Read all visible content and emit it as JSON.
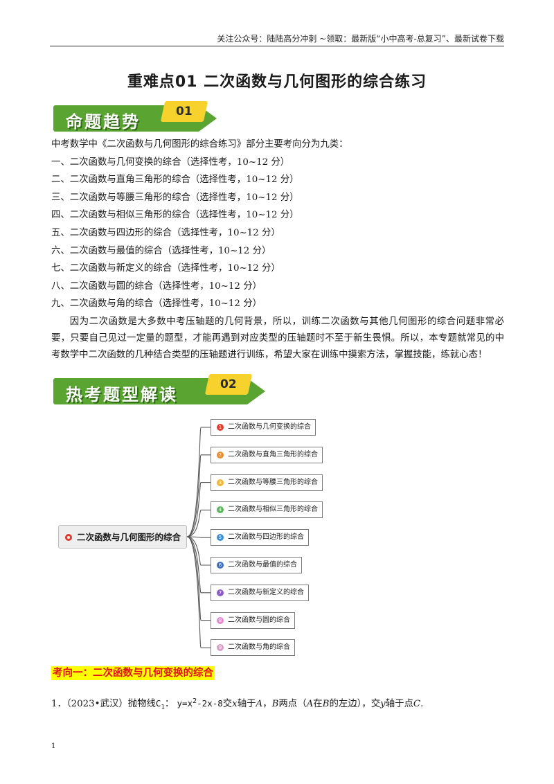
{
  "header": {
    "text": "关注公众号：陆陆高分冲刺 ~领取：最新版“小中高考-总复习”、最新试卷下载"
  },
  "title": "重难点01   二次函数与几何图形的综合练习",
  "banner1": {
    "label": "命题趋势",
    "num": "01"
  },
  "banner2": {
    "label": "热考题型解读",
    "num": "02"
  },
  "intro": "中考数学中《二次函数与几何图形的综合练习》部分主要考向分为九类：",
  "categories": [
    "一、二次函数与几何变换的综合（选择性考，10~12 分）",
    "二、二次函数与直角三角形的综合（选择性考，10~12 分）",
    "三、二次函数与等腰三角形的综合（选择性考，10~12 分）",
    "四、二次函数与相似三角形的综合（选择性考，10~12 分）",
    "五、二次函数与四边形的综合（选择性考，10~12 分）",
    "六、二次函数与最值的综合（选择性考，10~12 分）",
    "七、二次函数与新定义的综合（选择性考，10~12 分）",
    "八、二次函数与圆的综合（选择性考，10~12 分）",
    "九、二次函数与角的综合（选择性考，10~12 分）"
  ],
  "paragraph": "因为二次函数是大多数中考压轴题的几何背景，所以，训练二次函数与其他几何图形的综合问题非常必要，只要自己见过一定量的题型，才能再遇到对应类型的压轴题时不至于新生畏惧。所以，本专题就常见的中考数学中二次函数的几种结合类型的压轴题进行训练，希望大家在训练中摸索方法，掌握技能，练就心态！",
  "mindmap": {
    "root": "二次函数与几何图形的综合",
    "nodes": [
      {
        "n": "1",
        "label": "二次函数与几何变换的综合",
        "color": "#e53b2c"
      },
      {
        "n": "2",
        "label": "二次函数与直角三角形的综合",
        "color": "#ef8a2a"
      },
      {
        "n": "3",
        "label": "二次函数与等腰三角形的综合",
        "color": "#f2b632"
      },
      {
        "n": "4",
        "label": "二次函数与相似三角形的综合",
        "color": "#5cb85c"
      },
      {
        "n": "5",
        "label": "二次函数与四边形的综合",
        "color": "#3a8fd6"
      },
      {
        "n": "6",
        "label": "二次函数与最值的综合",
        "color": "#3a6fc4"
      },
      {
        "n": "7",
        "label": "二次函数与新定义的综合",
        "color": "#8e5ac8"
      },
      {
        "n": "8",
        "label": "二次函数与圆的综合",
        "color": "#e88ad2"
      },
      {
        "n": "9",
        "label": "二次函数与角的综合",
        "color": "#d9a0c8"
      }
    ]
  },
  "section_heading": "考向一：二次函数与几何变换的综合",
  "question": {
    "prefix": "1．（2023•武汉）抛物线",
    "curve": "C",
    "curve_sub": "1",
    "colon": "：",
    "formula_a": "y=x",
    "formula_sup": "2",
    "formula_b": "-2x-8",
    "text1": "交",
    "var_x": "x",
    "text2": "轴于",
    "var_a": "A",
    "text3": "，",
    "var_b": "B",
    "text4": "两点（",
    "var_a2": "A",
    "text5": "在",
    "var_b2": "B",
    "text6": "的左边），交",
    "var_y": "y",
    "text7": "轴于点",
    "var_c": "C",
    "text8": "."
  },
  "page_number": "1"
}
